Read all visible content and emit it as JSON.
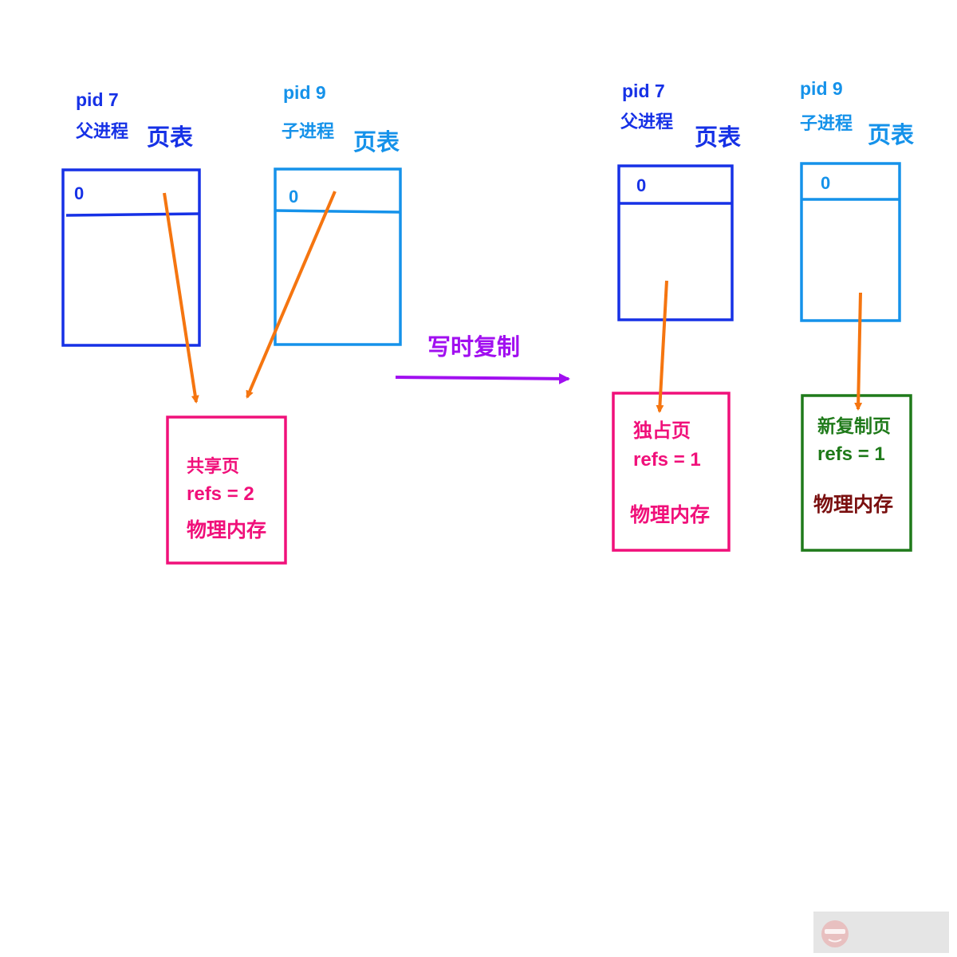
{
  "transition_label": "写时复制",
  "before": {
    "parent": {
      "pid": "pid 7",
      "role": "父进程",
      "table_title": "页表",
      "entry": "0"
    },
    "child": {
      "pid": "pid 9",
      "role": "子进程",
      "table_title": "页表",
      "entry": "0"
    },
    "shared_page": {
      "title": "共享页",
      "refs": "refs = 2",
      "caption": "物理内存"
    }
  },
  "after": {
    "parent": {
      "pid": "pid 7",
      "role": "父进程",
      "table_title": "页表",
      "entry": "0"
    },
    "child": {
      "pid": "pid 9",
      "role": "子进程",
      "table_title": "页表",
      "entry": "0"
    },
    "exclusive_page": {
      "title": "独占页",
      "refs": "refs = 1",
      "caption": "物理内存"
    },
    "copied_page": {
      "title": "新复制页",
      "refs": "refs = 1",
      "caption": "物理内存"
    }
  },
  "colors": {
    "parent": "#1631e6",
    "child": "#1592ea",
    "pointer": "#f57510",
    "shared": "#f0107a",
    "transition": "#a10ff0",
    "copied": "#1f7a1a",
    "copied_caption": "#7a0f0f"
  }
}
